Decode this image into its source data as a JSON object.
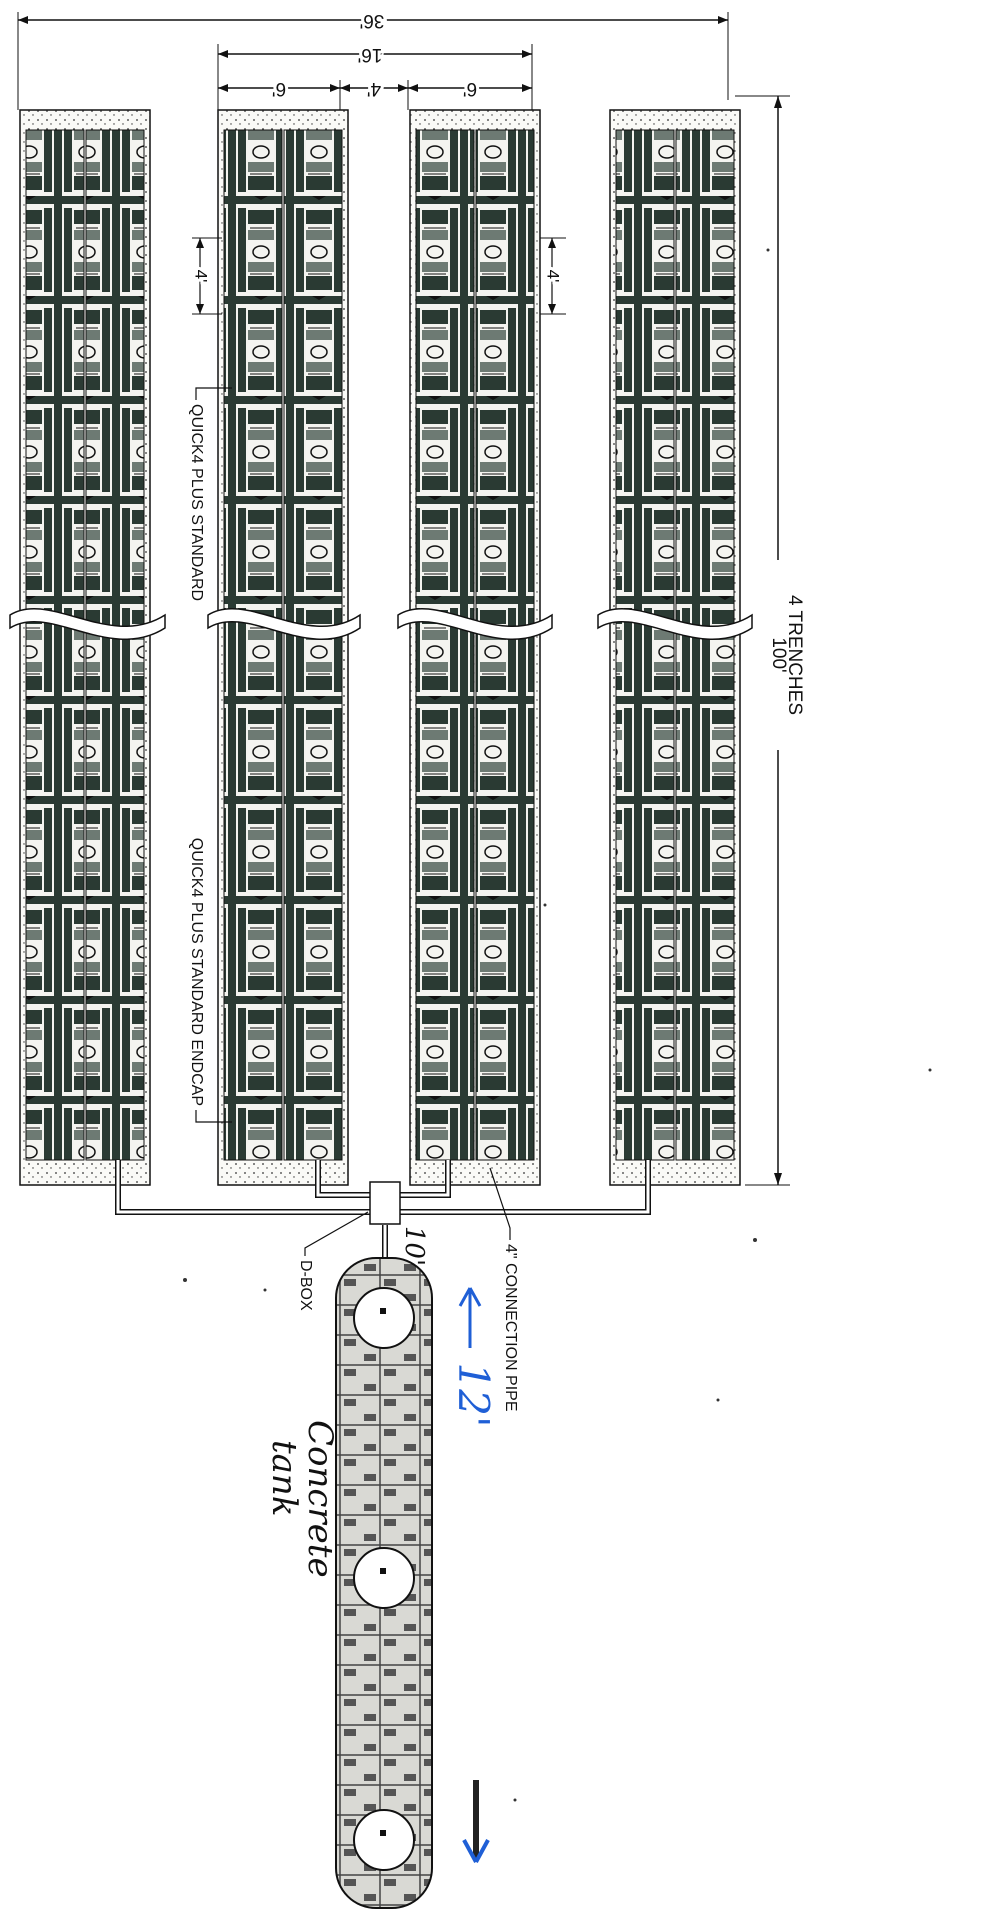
{
  "drawing": {
    "dimensions": {
      "overall_width": "36'",
      "inner_width": "16'",
      "trench_width_left": "6'",
      "trench_gap": "4'",
      "trench_width_right": "6'",
      "chamber_len_1": "4'",
      "chamber_len_2": "4'",
      "trench_count": "4 TRENCHES",
      "trench_length": "100'"
    },
    "labels": {
      "standard": "QUICK4 PLUS STANDARD",
      "endcap": "QUICK4 PLUS STANDARD ENDCAP",
      "connection_pipe": "4\" CONNECTION PIPE",
      "dbox": "D-BOX"
    },
    "handwritten": {
      "dbox_dist": "10'",
      "tank_len": "12'",
      "tank_line1": "Concrete",
      "tank_line2": "tank"
    },
    "colors": {
      "ink": "#111111",
      "chamber": "#2a3a33",
      "handwriting_blue": "#1f5fd6"
    }
  }
}
